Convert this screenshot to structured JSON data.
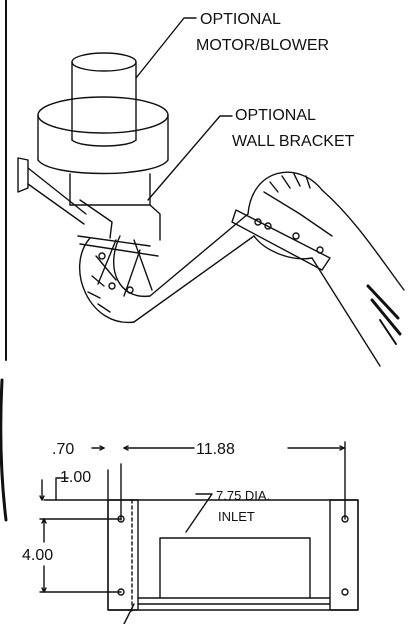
{
  "callouts": {
    "motor_line1": "OPTIONAL",
    "motor_line2": "MOTOR/BLOWER",
    "bracket_line1": "OPTIONAL",
    "bracket_line2": "WALL BRACKET"
  },
  "dimensions": {
    "d_070": ".70",
    "d_100": "1.00",
    "d_400": "4.00",
    "d_1188": "11.88",
    "inlet_dia": "7.75 DIA.",
    "inlet_label": "INLET"
  },
  "colors": {
    "ink": "#111111",
    "paper": "#ffffff"
  }
}
